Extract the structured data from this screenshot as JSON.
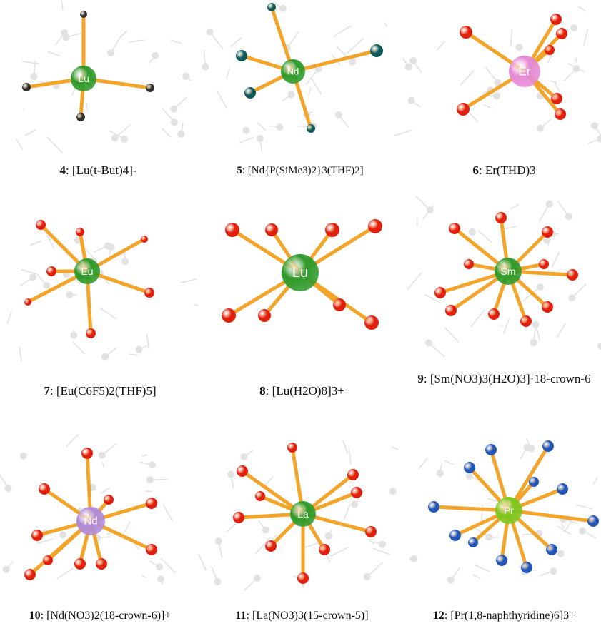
{
  "panels": [
    {
      "number": "4",
      "formula": "[Lu(t-But)4]-",
      "metal": "Lu",
      "metal_color": "#2e9a2a",
      "ligand_color": "#303030",
      "background_color": "#9a9a9a"
    },
    {
      "number": "5",
      "formula": "[Nd{P(SiMe3)2}3(THF)2]",
      "metal": "Nd",
      "metal_color": "#2e9a2a",
      "ligand_color": "#0d5a5a",
      "background_color": "#9a9a9a"
    },
    {
      "number": "6",
      "formula": "Er(THD)3",
      "metal": "Er",
      "metal_color": "#e58ad6",
      "ligand_color": "#e0200c",
      "background_color": "#9a9a9a"
    },
    {
      "number": "7",
      "formula": "[Eu(C6F5)2(THF)5]",
      "metal": "Eu",
      "metal_color": "#2e9a2a",
      "ligand_color": "#e0200c",
      "background_color": "#9a9a9a"
    },
    {
      "number": "8",
      "formula": "[Lu(H2O)8]3+",
      "metal": "Lu",
      "metal_color": "#2e9a2a",
      "ligand_color": "#e0200c",
      "background_color": "#ffffff"
    },
    {
      "number": "9",
      "formula": "[Sm(NO3)3(H2O)3]·18-crown-6",
      "metal": "Sm",
      "metal_color": "#2e9a2a",
      "ligand_color": "#e0200c",
      "background_color": "#9a9a9a"
    },
    {
      "number": "10",
      "formula": "[Nd(NO3)2(18-crown-6)]+",
      "metal": "Nd",
      "metal_color": "#b08ad8",
      "ligand_color": "#e0200c",
      "background_color": "#9a9a9a"
    },
    {
      "number": "11",
      "formula": "[La(NO3)3(15-crown-5)]",
      "metal": "La",
      "metal_color": "#2e9a2a",
      "ligand_color": "#e0200c",
      "background_color": "#9a9a9a"
    },
    {
      "number": "12",
      "formula": "[Pr(1,8-naphthyridine)6]3+",
      "metal": "Pr",
      "metal_color": "#7ec61e",
      "ligand_color": "#2255b8",
      "background_color": "#9a9a9a"
    }
  ],
  "bond_color": "#f2a52a"
}
